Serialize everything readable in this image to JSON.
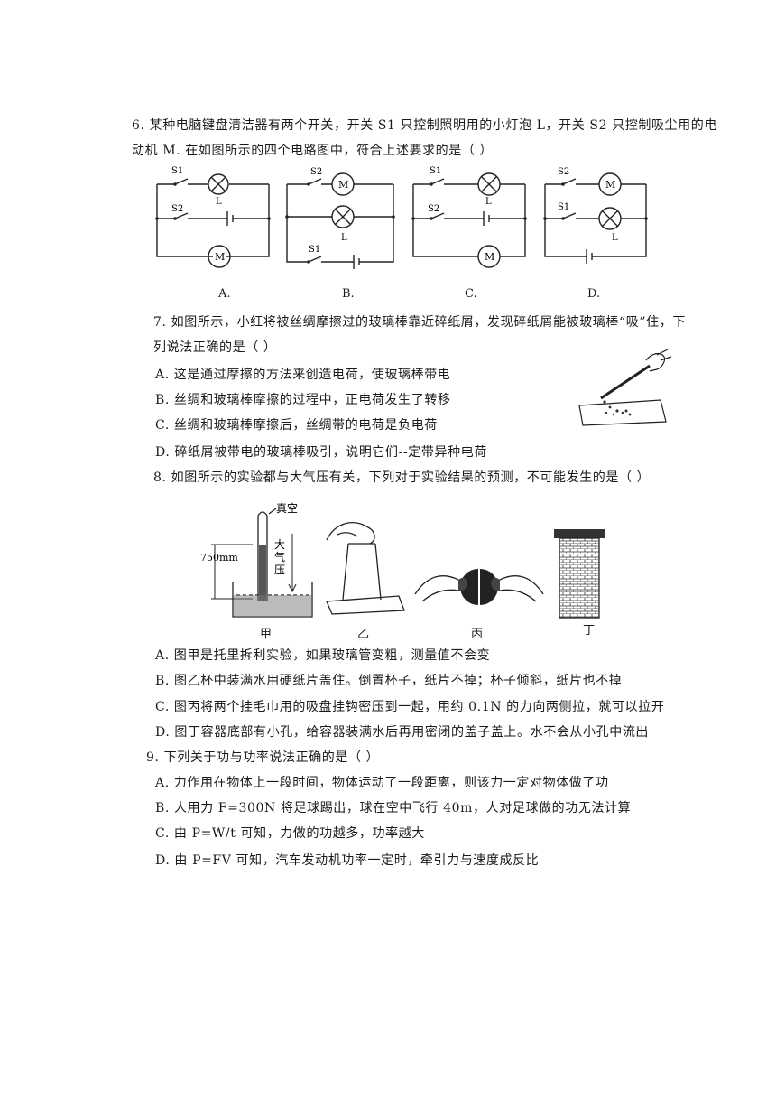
{
  "q6": {
    "line1": "6. 某种电脑键盘清洁器有两个开关，开关 S1 只控制照明用的小灯泡 L，开关 S2 只控制吸尘用的电",
    "line2": "动机 M. 在如图所示的四个电路图中，符合上述要求的是（    ）",
    "circuit_labels": {
      "s1": "S1",
      "s2": "S2",
      "lamp": "L",
      "motor": "M"
    },
    "options": [
      "A.",
      "B.",
      "C.",
      "D."
    ]
  },
  "q7": {
    "line1": "7. 如图所示，小红将被丝绸摩擦过的玻璃棒靠近碎纸屑，发现碎纸屑能被玻璃棒“吸”住，下",
    "line2": "列说法正确的是（    ）",
    "options": [
      "A. 这是通过摩擦的方法来创造电荷，使玻璃棒带电",
      "B. 丝绸和玻璃棒摩擦的过程中，正电荷发生了转移",
      "C. 丝绸和玻璃棒摩擦后，丝绸带的电荷是负电荷",
      "D. 碎纸屑被带电的玻璃棒吸引，说明它们--定带异种电荷"
    ]
  },
  "q8": {
    "line1": "8. 如图所示的实验都与大气压有关，下列对于实验结果的预测，不可能发生的是（      ）",
    "fig_text": {
      "vacuum": "真空",
      "height": "750mm",
      "pressure_chars": [
        "大",
        "气",
        "压"
      ]
    },
    "fig_labels": [
      "甲",
      "乙",
      "丙",
      "丁"
    ],
    "options": [
      "A. 图甲是托里拆利实验，如果玻璃管变粗，测量值不会变",
      "B. 图乙杯中装满水用硬纸片盖住。倒置杯子，纸片不掉；杯子倾斜，纸片也不掉",
      "C. 图丙将两个挂毛巾用的吸盘挂钩密压到一起，用约 0.1N 的力向两侧拉，就可以拉开",
      "D. 图丁容器底部有小孔，给容器装满水后再用密闭的盖子盖上。水不会从小孔中流出"
    ]
  },
  "q9": {
    "line1": "9. 下列关于功与功率说法正确的是（    ）",
    "options": [
      "A. 力作用在物体上一段时间，物体运动了一段距离，则该力一定对物体做了功",
      "B. 人用力 F=300N 将足球踢出，球在空中飞行 40m，人对足球做的功无法计算",
      "C. 由 P=W/t 可知，力做的功越多，功率越大",
      "D. 由 P=FV 可知，汽车发动机功率一定时，牵引力与速度成反比"
    ]
  }
}
